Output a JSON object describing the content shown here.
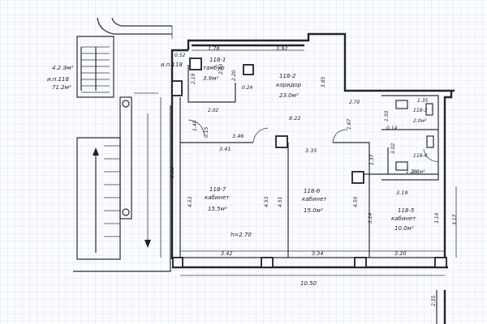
{
  "plan": {
    "stair_label": {
      "line1": "и.п.118",
      "line2": "4.2 Эм²",
      "line3": "71.2м²"
    },
    "corridor_label": "и.п.118",
    "height_note": "h=2.70",
    "rooms": [
      {
        "id": "118-1",
        "name": "тамбур",
        "area": "3.9м²"
      },
      {
        "id": "118-2",
        "name": "коридор",
        "area": "23.0м²"
      },
      {
        "id": "118-3",
        "name": "",
        "area": "2.0м²"
      },
      {
        "id": "118-4",
        "name": "",
        "area": "1.8м²"
      },
      {
        "id": "118-5",
        "name": "кабинет",
        "area": "10.0м²"
      },
      {
        "id": "118-6",
        "name": "кабинет",
        "area": "15.0м²"
      },
      {
        "id": "118-7",
        "name": "кабинет",
        "area": "15.5м²"
      }
    ],
    "dimensions": {
      "d_0_52": "0.52",
      "d_1_78": "1.78",
      "d_3_92": "3.92",
      "d_2_43": "2.43",
      "d_2_19": "2.19",
      "d_2_20": "2.20",
      "d_0_24": "0.24",
      "d_2_02": "2.02",
      "d_3_85": "3.85",
      "d_2_70": "2.70",
      "d_1_35": "1.35",
      "d_1_50": "1.50",
      "d_0_14": "0.14",
      "d_8_22": "8.22",
      "d_1_67": "1.67",
      "d_1_40": "1.40",
      "d_0_15": "0.15",
      "d_3_46": "3.46",
      "d_3_41": "3.41",
      "d_3_35": "3.35",
      "d_3_02": "3.02",
      "d_1_37": "1.37",
      "d_1_29": "1.29",
      "d_8_93": "8.93",
      "d_4_53a": "4.53",
      "d_4_53b": "4.53",
      "d_4_51": "4.51",
      "d_4_50": "4.50",
      "d_3_19": "3.19",
      "d_3_14a": "3.14",
      "d_3_14b": "3.14",
      "d_3_17": "3.17",
      "d_3_42": "3.42",
      "d_3_34": "3.34",
      "d_3_20": "3.20",
      "d_10_50": "10.50",
      "d_2_55": "2.55"
    }
  }
}
